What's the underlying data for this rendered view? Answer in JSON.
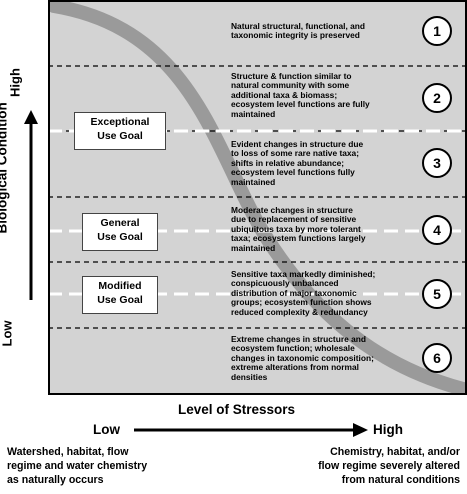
{
  "y_axis": {
    "title": "Biological Condition",
    "high_label": "High",
    "low_label": "Low"
  },
  "x_axis": {
    "title": "Level of Stressors",
    "low_label": "Low",
    "high_label": "High",
    "low_note": [
      "Watershed, habitat, flow",
      "regime and water chemistry",
      "as naturally occurs"
    ],
    "high_note": [
      "Chemistry, habitat, and/or",
      "flow regime severely altered",
      "from natural conditions"
    ]
  },
  "tiers": [
    {
      "number": "1",
      "lines": [
        "Natural structural, functional, and",
        "taxonomic integrity is preserved"
      ]
    },
    {
      "number": "2",
      "lines": [
        "Structure & function similar to",
        "natural community with some",
        "additional taxa & biomass;",
        "ecosystem level functions are fully",
        "maintained"
      ]
    },
    {
      "number": "3",
      "lines": [
        "Evident changes in structure due",
        "to loss of some rare native taxa;",
        "shifts in relative abundance;",
        "ecosystem level functions fully",
        "maintained"
      ]
    },
    {
      "number": "4",
      "lines": [
        "Moderate changes in structure",
        "due to replacement of sensitive",
        "ubiquitous taxa by more tolerant",
        "taxa; ecosystem functions largely",
        "maintained"
      ]
    },
    {
      "number": "5",
      "lines": [
        "Sensitive taxa markedly diminished;",
        "conspicuously unbalanced",
        "distribution of major taxonomic",
        "groups; ecosystem function shows",
        "reduced complexity & redundancy"
      ]
    },
    {
      "number": "6",
      "lines": [
        "Extreme changes in structure and",
        "ecosystem function; wholesale",
        "changes in taxonomic composition;",
        "extreme alterations from normal",
        "densities"
      ]
    }
  ],
  "use_goals": [
    {
      "lines": [
        "Exceptional",
        "Use Goal"
      ]
    },
    {
      "lines": [
        "General",
        "Use Goal"
      ]
    },
    {
      "lines": [
        "Modified",
        "Use Goal"
      ]
    }
  ],
  "colors": {
    "panel_fill": "#d3d3d3",
    "curve": "#9a9a9a",
    "ink": "#000000",
    "goal_line": "#ffffff"
  }
}
